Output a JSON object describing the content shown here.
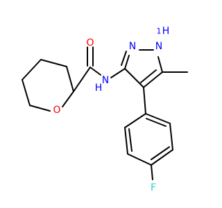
{
  "structure": {
    "atoms": {
      "o_carbonyl": {
        "text": "O",
        "color": "#ff0000"
      },
      "nh_amide": {
        "text": "N",
        "h": "H",
        "color": "#0000ff"
      },
      "n_pyrazole": {
        "text": "N",
        "color": "#0000ff"
      },
      "nh_pyrazole": {
        "text": "N",
        "h": "H",
        "h_count": "1",
        "color": "#0000ff"
      },
      "o_ring": {
        "text": "O",
        "color": "#ff0000"
      },
      "f": {
        "text": "F",
        "color": "#33cccc"
      }
    }
  }
}
